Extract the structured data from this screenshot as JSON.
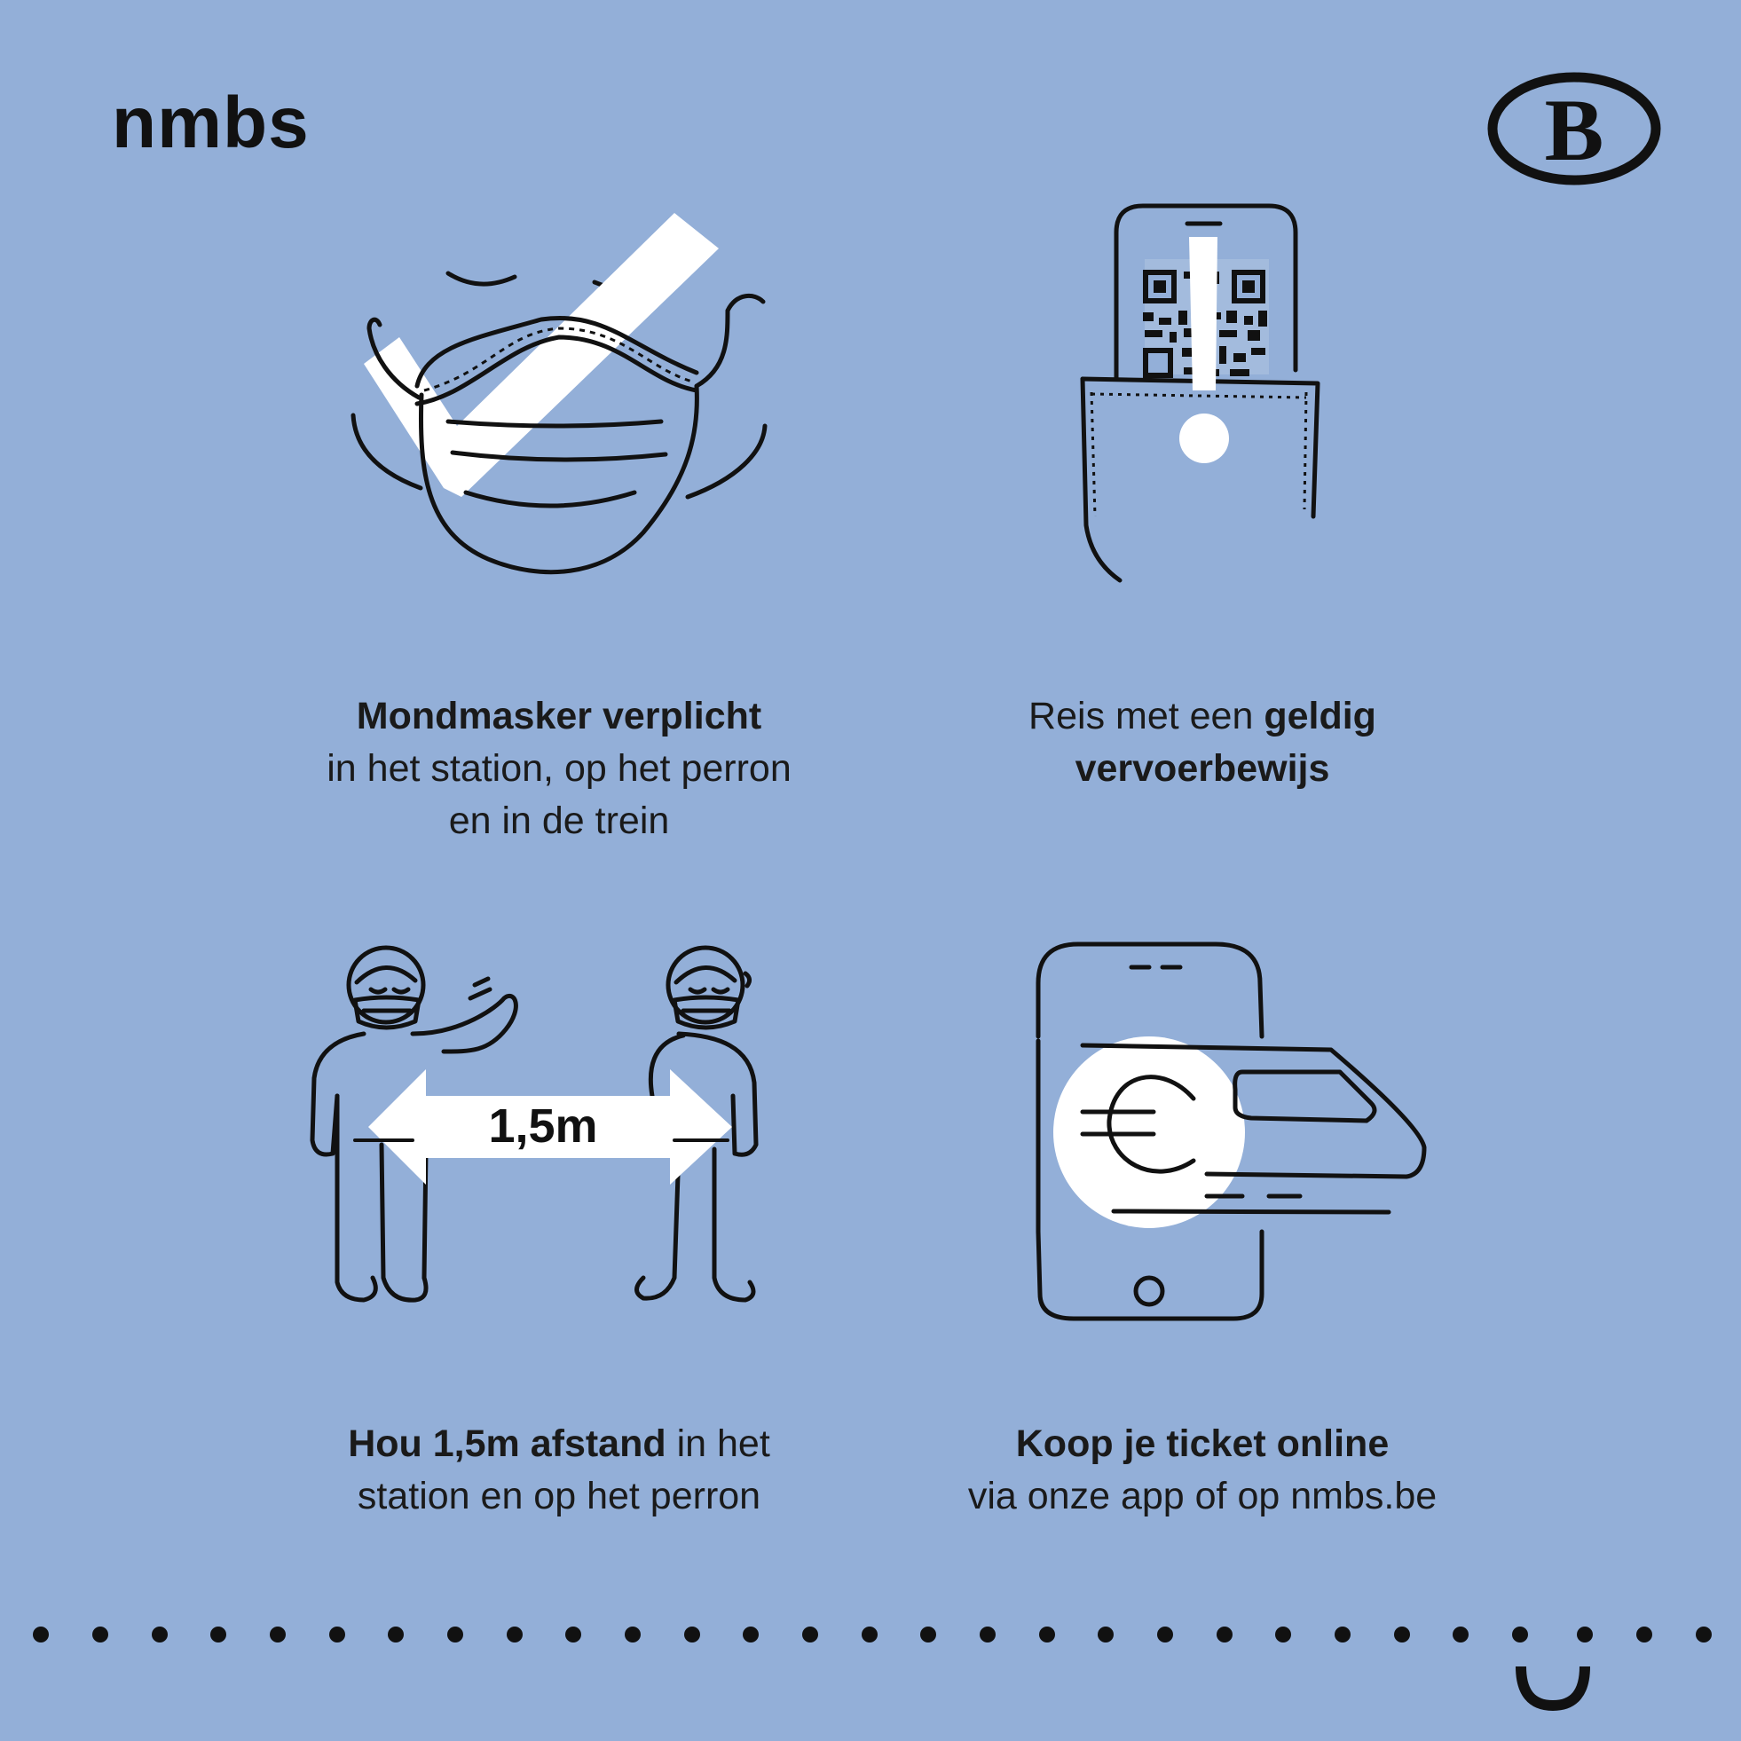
{
  "brand": {
    "wordmark": "nmbs",
    "logo_letter": "B"
  },
  "colors": {
    "background": "#93afd8",
    "ink": "#111111",
    "white": "#ffffff"
  },
  "tiles": [
    {
      "icon": "face-mask-check-icon",
      "bold": "Mondmasker verplicht",
      "rest_line1": "in het station, op het perron",
      "rest_line2": "en in de trein"
    },
    {
      "icon": "phone-in-pocket-qr-icon",
      "pre": "Reis met een ",
      "bold_line1": "geldig",
      "bold_line2": "vervoerbewijs"
    },
    {
      "icon": "social-distance-icon",
      "distance_label": "1,5m",
      "bold": "Hou 1,5m afstand",
      "rest_inline": " in het",
      "rest_line2": "station en op het perron"
    },
    {
      "icon": "phone-ticket-euro-train-icon",
      "bold": "Koop je ticket online",
      "rest_line2": "via onze app of op nmbs.be"
    }
  ]
}
